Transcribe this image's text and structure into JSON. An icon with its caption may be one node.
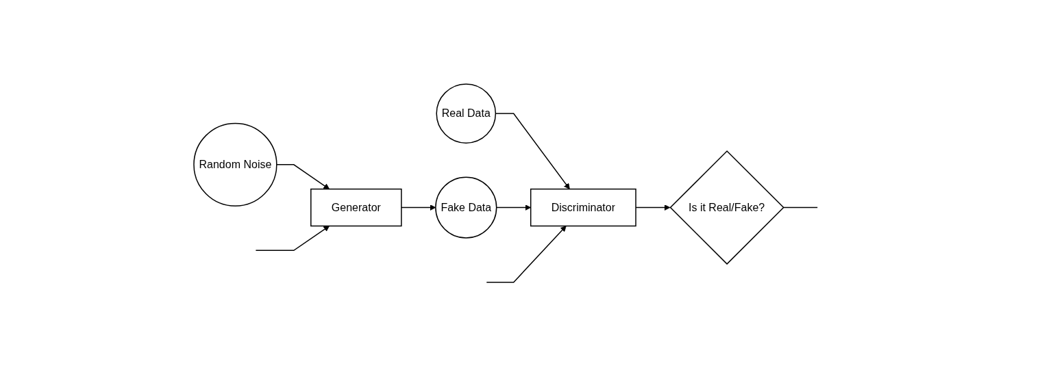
{
  "diagram": {
    "nodes": [
      {
        "text": [
          "Real Data"
        ]
      },
      {
        "text": [
          "Random Noise"
        ]
      },
      {
        "text": [
          "Generator"
        ]
      },
      {
        "text": [
          "Fake Data"
        ]
      },
      {
        "text": [
          "Discriminator"
        ]
      },
      {
        "text": [
          "Is it Real/Fake?"
        ]
      }
    ],
    "edges": [
      {
        "from": 1,
        "to": 2,
        "arrow": "to"
      },
      {
        "from": 2,
        "to": 3,
        "arrow": "to"
      },
      {
        "from": 0,
        "to": 4,
        "arrow": "to"
      },
      {
        "from": 3,
        "to": 4,
        "arrow": "to"
      },
      {
        "from": 4,
        "to": 5,
        "arrow": "to"
      },
      {
        "from": 5,
        "to": null,
        "arrow": "none"
      },
      {
        "from": null,
        "to": 4,
        "arrow": "to"
      },
      {
        "from": null,
        "to": 2,
        "arrow": "to"
      }
    ]
  }
}
